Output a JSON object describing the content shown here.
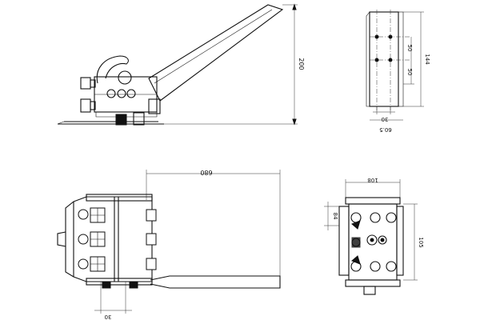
{
  "colors": {
    "ink": "#111111",
    "paper": "#ffffff"
  },
  "side_view": {
    "height_label": "200"
  },
  "end_view": {
    "dim_top": "50",
    "dim_bottom": "50",
    "dim_total": "144",
    "dim_hole_offset": "30",
    "dim_width": "60.5"
  },
  "plan_view": {
    "length_label": "680",
    "bottom_label": "30"
  },
  "front_view": {
    "width_label": "108",
    "height_label": "105",
    "side_label": "84"
  }
}
